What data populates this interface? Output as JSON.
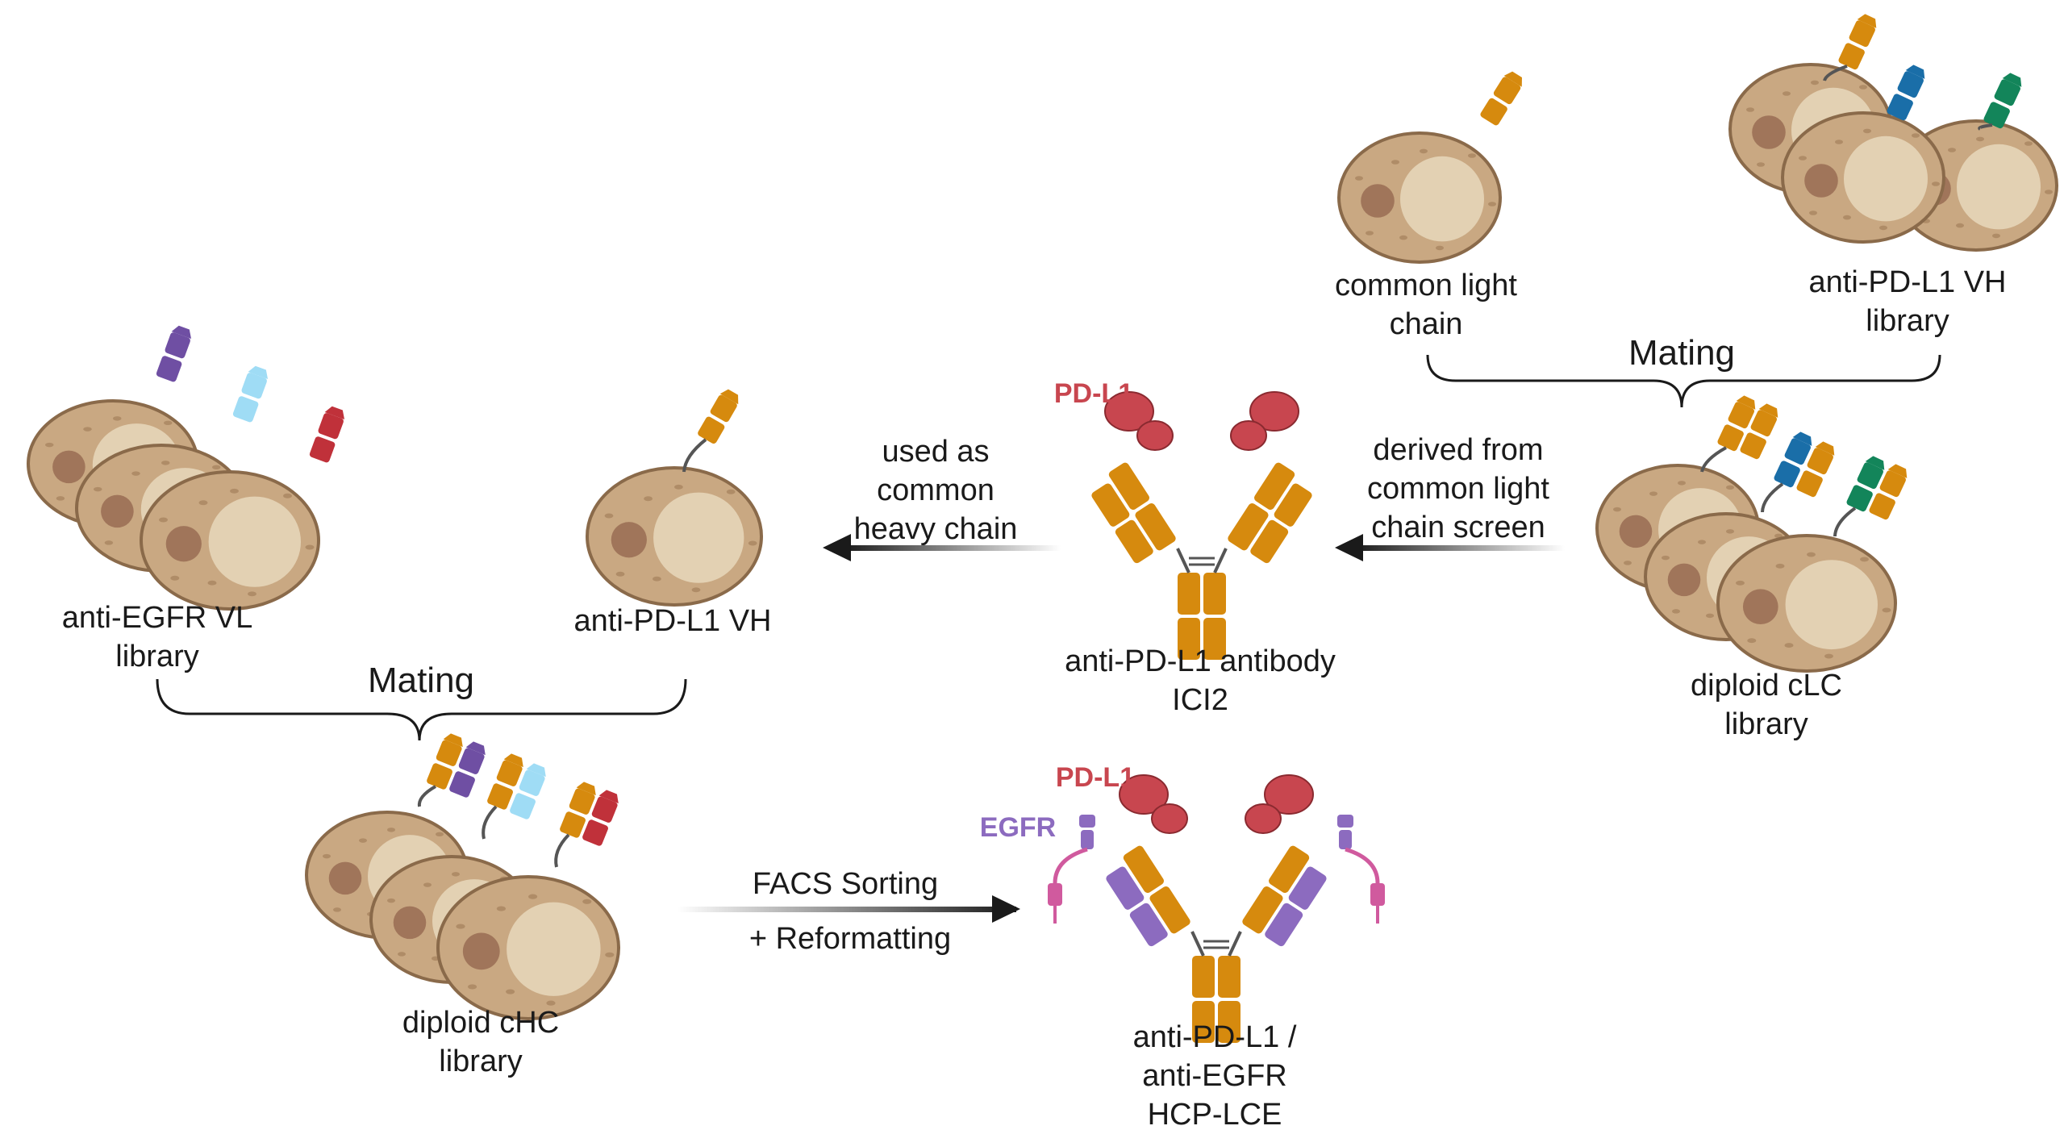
{
  "colors": {
    "cell_fill": "#c9a882",
    "cell_stroke": "#8a6a4a",
    "vacuole_fill": "#e8d8bc",
    "nucleus_fill": "#a0755a",
    "chain_orange": "#d68a0e",
    "chain_orange_dark": "#a86a08",
    "chain_purple": "#6f4fa3",
    "chain_lightblue": "#9fdcf5",
    "chain_red": "#c0313a",
    "chain_blue": "#1a6ea8",
    "chain_green": "#13855a",
    "pdl1_red": "#c8464f",
    "egfr_purple": "#8c6bbf",
    "egfr_pink": "#d05a9e",
    "arrow": "#1a1a1a",
    "text": "#1a1a1a"
  },
  "labels": {
    "common_light_chain": [
      "common light",
      "chain"
    ],
    "anti_pdl1_vh_library": [
      "anti-PD-L1 VH",
      "library"
    ],
    "mating_top": "Mating",
    "derived_from": [
      "derived from",
      "common light",
      "chain screen"
    ],
    "pdl1_tag_top": "PD-L1",
    "anti_pdl1_antibody": [
      "anti-PD-L1 antibody",
      "ICI2"
    ],
    "used_as": [
      "used as",
      "common",
      "heavy chain"
    ],
    "anti_pdl1_vh": "anti-PD-L1 VH",
    "anti_egfr_vl_library": [
      "anti-EGFR VL",
      "library"
    ],
    "diploid_clc_library": [
      "diploid cLC",
      "library"
    ],
    "mating_left": "Mating",
    "diploid_chc_library": [
      "diploid cHC",
      "library"
    ],
    "facs_sorting": "FACS Sorting",
    "reformatting": "+ Reformatting",
    "pdl1_tag_bottom": "PD-L1",
    "egfr_tag": "EGFR",
    "hcp_lce": [
      "anti-PD-L1 /",
      "anti-EGFR",
      "HCP-LCE"
    ]
  }
}
